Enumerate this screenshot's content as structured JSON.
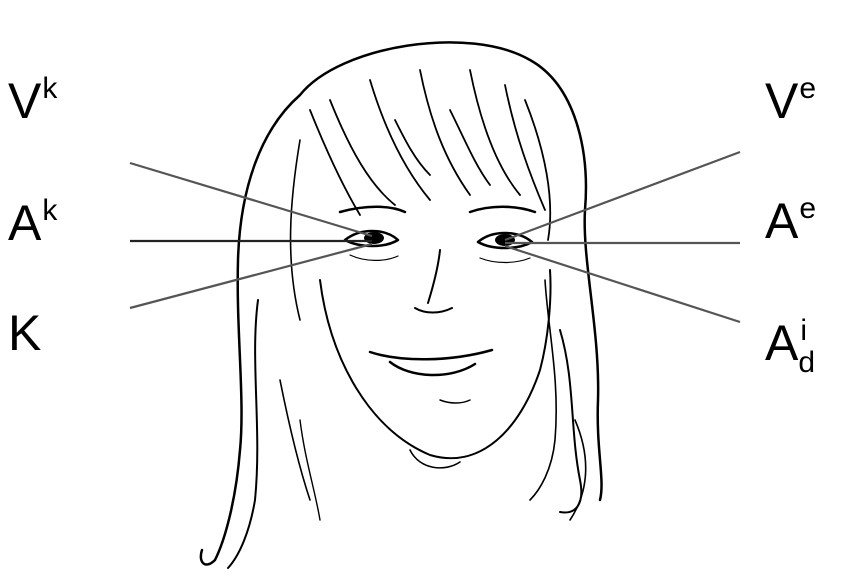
{
  "labels": {
    "left": [
      {
        "base": "V",
        "sup": "k"
      },
      {
        "base": "A",
        "sup": "k"
      },
      {
        "base": "K"
      }
    ],
    "right": [
      {
        "base": "V",
        "sup": "e"
      },
      {
        "base": "A",
        "sup": "e"
      },
      {
        "base": "A",
        "sup": "i",
        "sub": "d"
      }
    ]
  },
  "colors": {
    "ink": "#000000",
    "pointer_line": "#555555",
    "background": "#ffffff"
  },
  "illustration": "girl-face-sketch"
}
